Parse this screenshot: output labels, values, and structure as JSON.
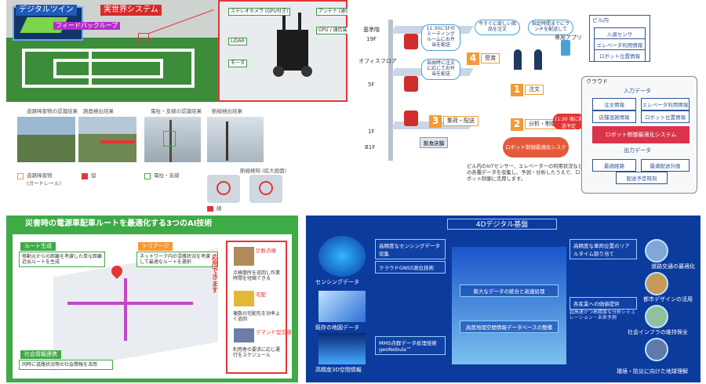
{
  "panel1": {
    "twin_label": "デジタルツイン",
    "real_label": "実世界システム",
    "feedback_label": "フィードバックループ",
    "robot_callouts": [
      "ステレオカメラ (GPU付き)",
      "アンテナ (通信用)",
      "GPU / 通信装置",
      "LiDAR",
      "モータ"
    ]
  },
  "panel2": {
    "captions": [
      "道路障害物の認識結果",
      "路面検出結果",
      "電柱・支線の認識結果",
      "断線検出結果"
    ],
    "inset_caption": "断線検知 (拡大画面)",
    "legend_left": [
      "道路障害物",
      "(ガードレール)"
    ],
    "legend_right": "弧",
    "legend_green": "電柱・支線",
    "legend_red2": "線"
  },
  "panel3": {
    "floors": [
      "基準階",
      "19F",
      "オフィスフロア",
      "5F",
      "1F",
      "B1F"
    ],
    "shop_label": "飲食店舗",
    "bubble1": "11:30に5Fのミーティングルームにお弁当を配送",
    "bubble2": "自由時に注文に応じてお弁当を配送",
    "person_bubble1": "今すぐに欲しい商品を注文",
    "person_bubble2": "指定時間までにランチを配送して",
    "step1": "1",
    "step1_label": "注文",
    "step2": "2",
    "step2_label": "分析・制御",
    "step3": "3",
    "step3_label": "集荷・配送",
    "step4": "4",
    "step4_label": "受渡",
    "robot_system": "ロボット制御最適化システム",
    "time_bubble": "11:30 頃に配送予定",
    "description": "ビル内のIoTセンサー、エレベーターの利用状況などの各種データを収集し、予測・分析したうえで、ロボット制御に活用します。",
    "app_label": "専用アプリ",
    "building_box": {
      "title": "ビル内",
      "items": [
        "入退センサ",
        "エレベータ利用情報",
        "ロボット位置情報"
      ]
    },
    "cloud": {
      "title": "クラウド",
      "input_title": "入力データ",
      "inputs": [
        "注文情報",
        "エレベータ利用情報",
        "店舗混雑情報",
        "ロボット位置情報"
      ],
      "core": "ロボット制御最適化システム",
      "output_title": "出力データ",
      "outputs": [
        "最適経路",
        "最適配送計画",
        "配送予定時刻"
      ]
    }
  },
  "panel4": {
    "title": "災害時の電源車配車ルートを最適化する3つのAI技術",
    "route_tag": "ルート生成",
    "route_text": "移動元からの距離を考慮した単な距離近似ルートを生成",
    "triage_tag": "トリアージ",
    "triage_text": "ネットワーク内の混雑状況を考慮して最適なルートを選択",
    "social_tag": "社会情報連携",
    "social_text": "同時に道路状況等の社会情報を活用",
    "vertical": "応用できます",
    "side": [
      {
        "title": "診断点検",
        "text": "点検箇所を巡回し作業時間を短縮できる"
      },
      {
        "title": "宅配",
        "text": "複数の宅配先を効率よく巡回"
      },
      {
        "title": "デマンド型交通",
        "text": "利用者の要求に応じ運行をスケジュール"
      }
    ]
  },
  "panel5": {
    "title": "4Dデジタル基盤",
    "left": [
      "センシングデータ",
      "既存の地図データ",
      "高精度3D空間情報"
    ],
    "gnss": "クラウドGNSS測位技術",
    "sensing_box": "高精度なセンシングデータ収集",
    "mms_box": "MMS点群データ処理技術 geoNebula™",
    "center_top": "膨大なデータの統合と高速処理",
    "center_bottom": "高度地理空間情報データベースの整備",
    "provide": "各産業への価値提供",
    "provide_sub": "超高速かつ高精度な分析シミュレーション・未来予測",
    "realtime": "高精度な車両位置のリアルタイム割り当て",
    "right": [
      "道路交通の最適化",
      "都市デザインの活用",
      "社会インフラの維持保全",
      "環境・防災に向けた地球理解"
    ]
  },
  "colors": {
    "orange": "#f39a36",
    "green": "#3fab47",
    "navy": "#0c3b9e",
    "red": "#e23636"
  }
}
